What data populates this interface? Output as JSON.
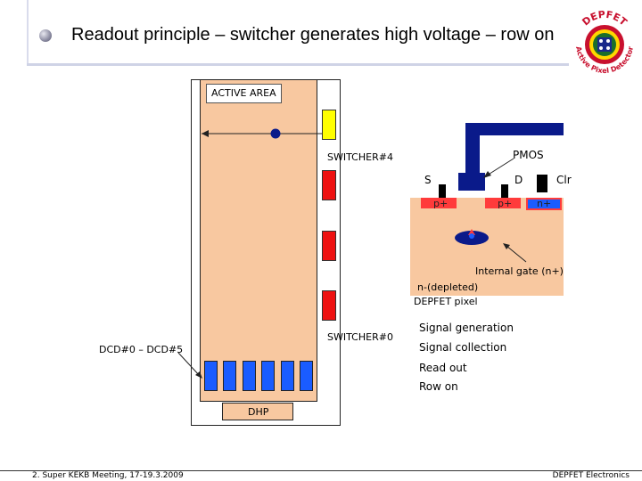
{
  "slide": {
    "title": "Readout principle – switcher generates high voltage – row on",
    "footer_left": "2. Super KEKB Meeting, 17-19.3.2009",
    "footer_right": "DEPFET Electronics"
  },
  "logo": {
    "top_text": "DEPFET",
    "bottom_text": "Active Pixel Detector"
  },
  "diagram": {
    "active_area_label": "ACTIVE AREA",
    "switcher4_label": "SWITCHER#4",
    "switcher0_label": "SWITCHER#0",
    "dcd_label": "DCD#0 – DCD#5",
    "dhp_label": "DHP",
    "pmos_label": "PMOS",
    "s_label": "S",
    "d_label": "D",
    "clr_label": "Clr",
    "p_plus_1": "p+",
    "p_plus_2": "p+",
    "n_plus": "n+",
    "internal_gate_label": "Internal gate (n+)",
    "n_depleted_label": "n-(depleted)",
    "pixel_label": "DEPFET pixel"
  },
  "steps": [
    "Signal generation",
    "Signal collection",
    "Read out",
    "Row on"
  ],
  "colors": {
    "sensor": "#f8c8a0",
    "switcher_active": "#ffff00",
    "switcher": "#ee1111",
    "dcd": "#1a5cff",
    "gate": "#0a1a8a",
    "implant_p": "#ff3b3b",
    "implant_n": "#1a5cff"
  }
}
